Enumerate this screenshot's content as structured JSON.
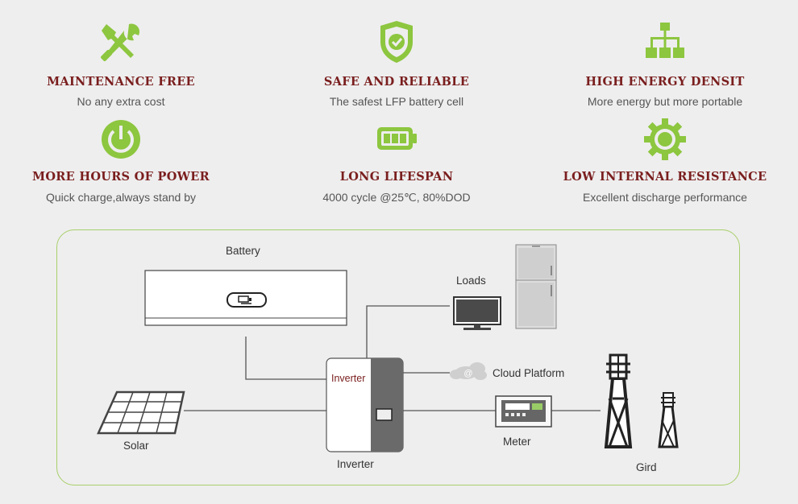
{
  "features": [
    {
      "title": "MAINTENANCE FREE",
      "desc": "No any extra cost",
      "icon": "tools-icon"
    },
    {
      "title": "SAFE AND RELIABLE",
      "desc": "The safest LFP battery cell",
      "icon": "shield-check-icon"
    },
    {
      "title": "HIGH ENERGY DENSIT",
      "desc": "More energy but more portable",
      "icon": "hierarchy-icon"
    },
    {
      "title": "MORE HOURS OF POWER",
      "desc": "Quick charge,always stand by",
      "icon": "power-icon"
    },
    {
      "title": "LONG LIFESPAN",
      "desc": "4000 cycle @25℃, 80%DOD",
      "icon": "battery-icon"
    },
    {
      "title": "LOW INTERNAL RESISTANCE",
      "desc": "Excellent discharge performance",
      "icon": "gear-icon"
    }
  ],
  "diagram": {
    "battery_label": "Battery",
    "loads_label": "Loads",
    "inverter_inner_label": "Inverter",
    "inverter_label": "Inverter",
    "cloud_label": "Cloud Platform",
    "cloud_symbol": "@",
    "solar_label": "Solar",
    "meter_label": "Meter",
    "grid_label": "Gird"
  },
  "colors": {
    "accent_green": "#8dc63f",
    "title_red": "#7a1e1e",
    "frame_green": "#a8cf6a"
  }
}
